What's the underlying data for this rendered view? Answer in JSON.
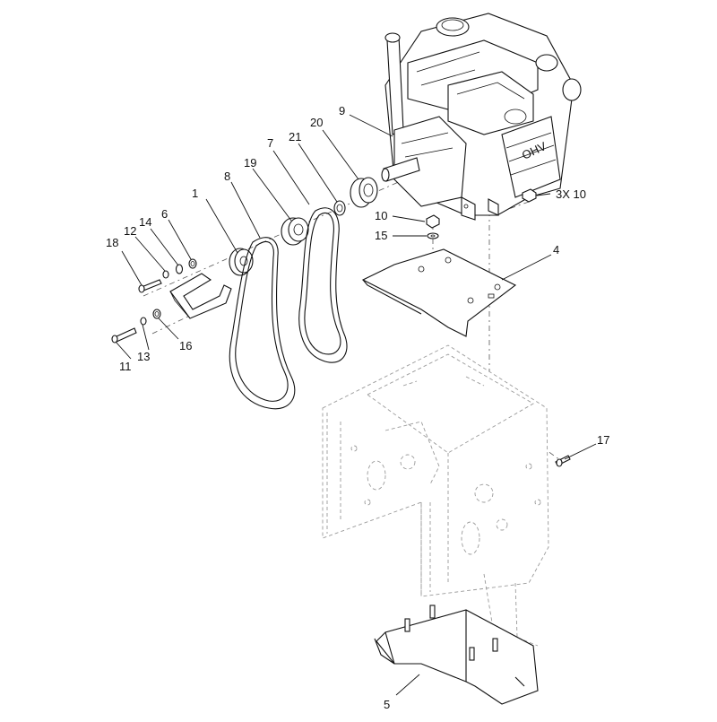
{
  "diagram": {
    "callouts": [
      {
        "id": "c1",
        "text": "1"
      },
      {
        "id": "c4",
        "text": "4"
      },
      {
        "id": "c5",
        "text": "5"
      },
      {
        "id": "c6",
        "text": "6"
      },
      {
        "id": "c7",
        "text": "7"
      },
      {
        "id": "c8",
        "text": "8"
      },
      {
        "id": "c9",
        "text": "9"
      },
      {
        "id": "c10",
        "text": "10"
      },
      {
        "id": "c3x10",
        "text": "3X 10"
      },
      {
        "id": "c11",
        "text": "11"
      },
      {
        "id": "c12",
        "text": "12"
      },
      {
        "id": "c13",
        "text": "13"
      },
      {
        "id": "c14",
        "text": "14"
      },
      {
        "id": "c15",
        "text": "15"
      },
      {
        "id": "c16",
        "text": "16"
      },
      {
        "id": "c17",
        "text": "17"
      },
      {
        "id": "c18",
        "text": "18"
      },
      {
        "id": "c19",
        "text": "19"
      },
      {
        "id": "c20",
        "text": "20"
      },
      {
        "id": "c21",
        "text": "21"
      }
    ],
    "engine_label": "OHV"
  }
}
